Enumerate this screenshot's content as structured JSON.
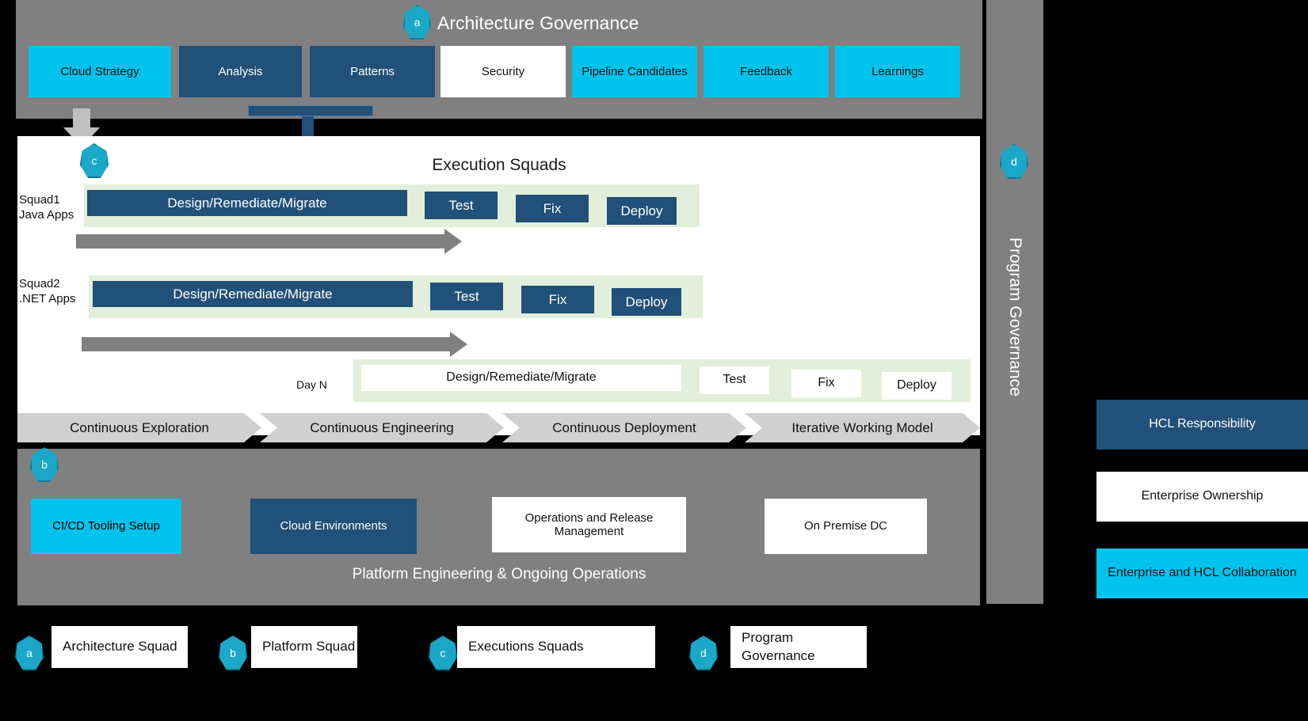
{
  "governance": {
    "title": "Architecture Governance",
    "badge": "a",
    "boxes": [
      {
        "label": "Cloud Strategy",
        "style": "cyan"
      },
      {
        "label": "Analysis",
        "style": "navy"
      },
      {
        "label": "Patterns",
        "style": "navy"
      },
      {
        "label": "Security",
        "style": "white"
      },
      {
        "label": "Pipeline Candidates",
        "style": "cyan"
      },
      {
        "label": "Feedback",
        "style": "cyan"
      },
      {
        "label": "Learnings",
        "style": "cyan"
      }
    ]
  },
  "execution": {
    "title": "Execution Squads",
    "badge": "c",
    "rows": [
      {
        "label_line1": "Squad1",
        "label_line2": "Java Apps",
        "style": "navy",
        "tasks": [
          "Design/Remediate/Migrate",
          "Test",
          "Fix",
          "Deploy"
        ]
      },
      {
        "label_line1": "Squad2",
        "label_line2": ".NET Apps",
        "style": "navy",
        "tasks": [
          "Design/Remediate/Migrate",
          "Test",
          "Fix",
          "Deploy"
        ]
      },
      {
        "label_line1": "Day N",
        "label_line2": "",
        "style": "white",
        "tasks": [
          "Design/Remediate/Migrate",
          "Test",
          "Fix",
          "Deploy"
        ]
      }
    ]
  },
  "phases": [
    "Continuous Exploration",
    "Continuous Engineering",
    "Continuous Deployment",
    "Iterative Working Model"
  ],
  "platform": {
    "badge": "b",
    "title": "Platform Engineering & Ongoing Operations",
    "boxes": [
      {
        "label": "CI/CD Tooling Setup",
        "style": "cyan"
      },
      {
        "label": "Cloud Environments",
        "style": "navy"
      },
      {
        "label": "Operations and Release Management",
        "style": "white"
      },
      {
        "label": "On Premise DC",
        "style": "white"
      }
    ]
  },
  "program_governance": {
    "label": "Program Governance",
    "badge": "d"
  },
  "legend": [
    {
      "label": "HCL Responsibility",
      "style": "navy",
      "color": "#215079"
    },
    {
      "label": "Enterprise Ownership",
      "style": "white",
      "color": "#ffffff"
    },
    {
      "label": "Enterprise and HCL Collaboration",
      "style": "cyan",
      "color": "#00C3EC"
    }
  ],
  "footnotes": [
    {
      "badge": "a",
      "label": "Architecture Squad"
    },
    {
      "badge": "b",
      "label": "Platform Squad"
    },
    {
      "badge": "c",
      "label": "Executions Squads"
    },
    {
      "badge": "d",
      "label": "Program Governance"
    }
  ],
  "colors": {
    "cyan": "#00C3EC",
    "navy": "#215079",
    "gray_panel": "#808080",
    "band_green": "#E2EFDA",
    "chevron": "#D0D0D0",
    "badge_teal": "#1AA7C8"
  }
}
